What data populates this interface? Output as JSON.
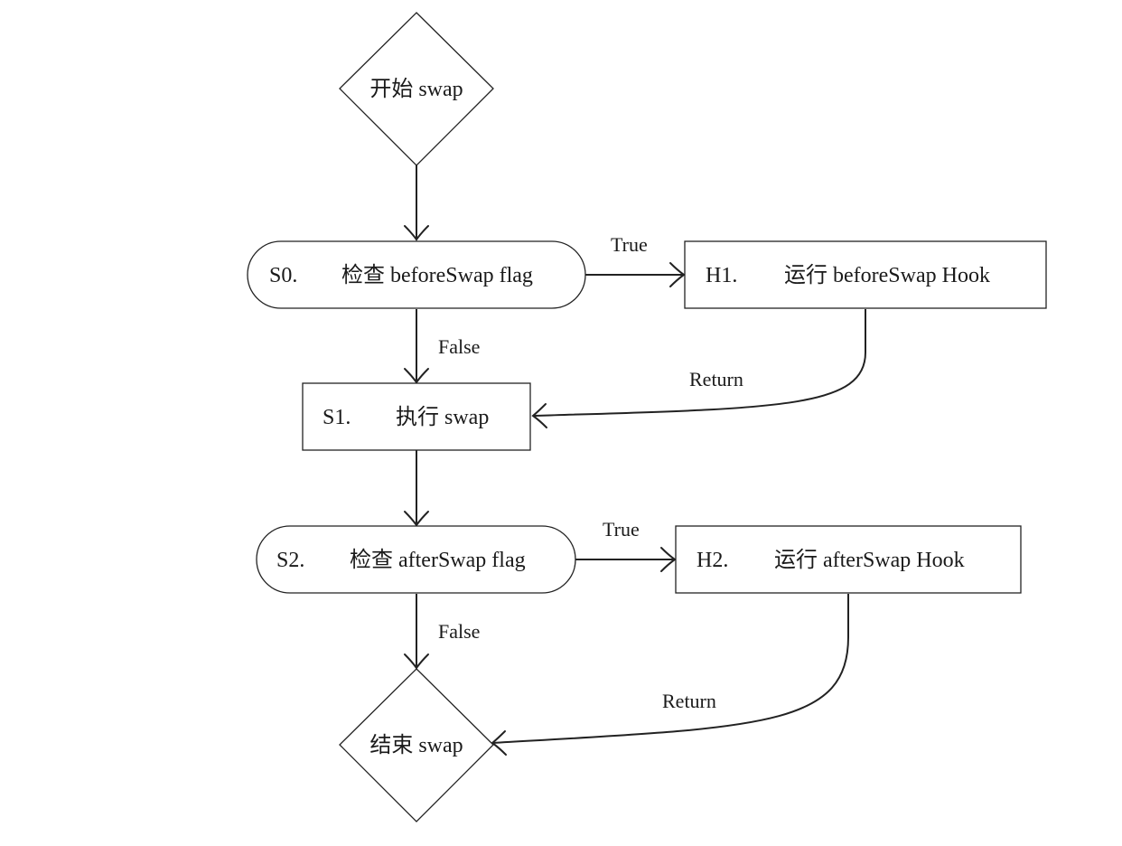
{
  "nodes": {
    "start": {
      "label": "开始 swap"
    },
    "s0": {
      "id": "S0.",
      "label": "检查 beforeSwap flag"
    },
    "h1": {
      "id": "H1.",
      "label": "运行 beforeSwap Hook"
    },
    "s1": {
      "id": "S1.",
      "label": "执行 swap"
    },
    "s2": {
      "id": "S2.",
      "label": "检查 afterSwap flag"
    },
    "h2": {
      "id": "H2.",
      "label": "运行 afterSwap Hook"
    },
    "end": {
      "label": "结束 swap"
    }
  },
  "edges": {
    "s0_h1": "True",
    "s0_s1": "False",
    "h1_s1": "Return",
    "s2_h2": "True",
    "s2_end": "False",
    "h2_end": "Return"
  }
}
